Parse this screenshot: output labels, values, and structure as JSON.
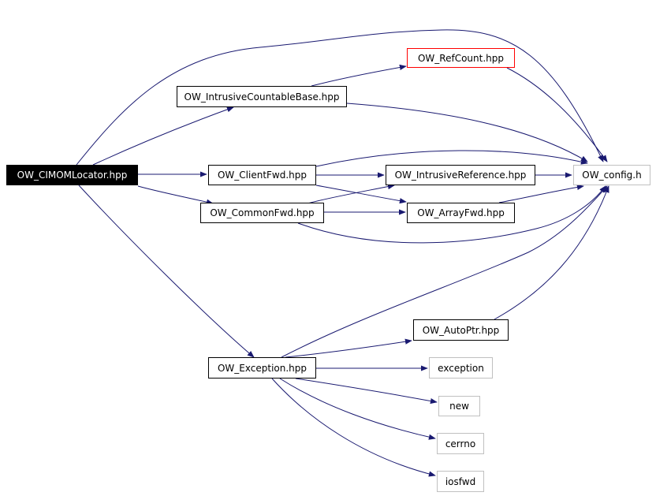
{
  "diagram": {
    "edge_color": "#191970",
    "nodes": {
      "cimom_locator": "OW_CIMOMLocator.hpp",
      "refcount": "OW_RefCount.hpp",
      "intrusive_countable_base": "OW_IntrusiveCountableBase.hpp",
      "client_fwd": "OW_ClientFwd.hpp",
      "intrusive_reference": "OW_IntrusiveReference.hpp",
      "config": "OW_config.h",
      "common_fwd": "OW_CommonFwd.hpp",
      "array_fwd": "OW_ArrayFwd.hpp",
      "auto_ptr": "OW_AutoPtr.hpp",
      "exception_hpp": "OW_Exception.hpp",
      "exception": "exception",
      "new": "new",
      "cerrno": "cerrno",
      "iosfwd": "iosfwd"
    }
  }
}
